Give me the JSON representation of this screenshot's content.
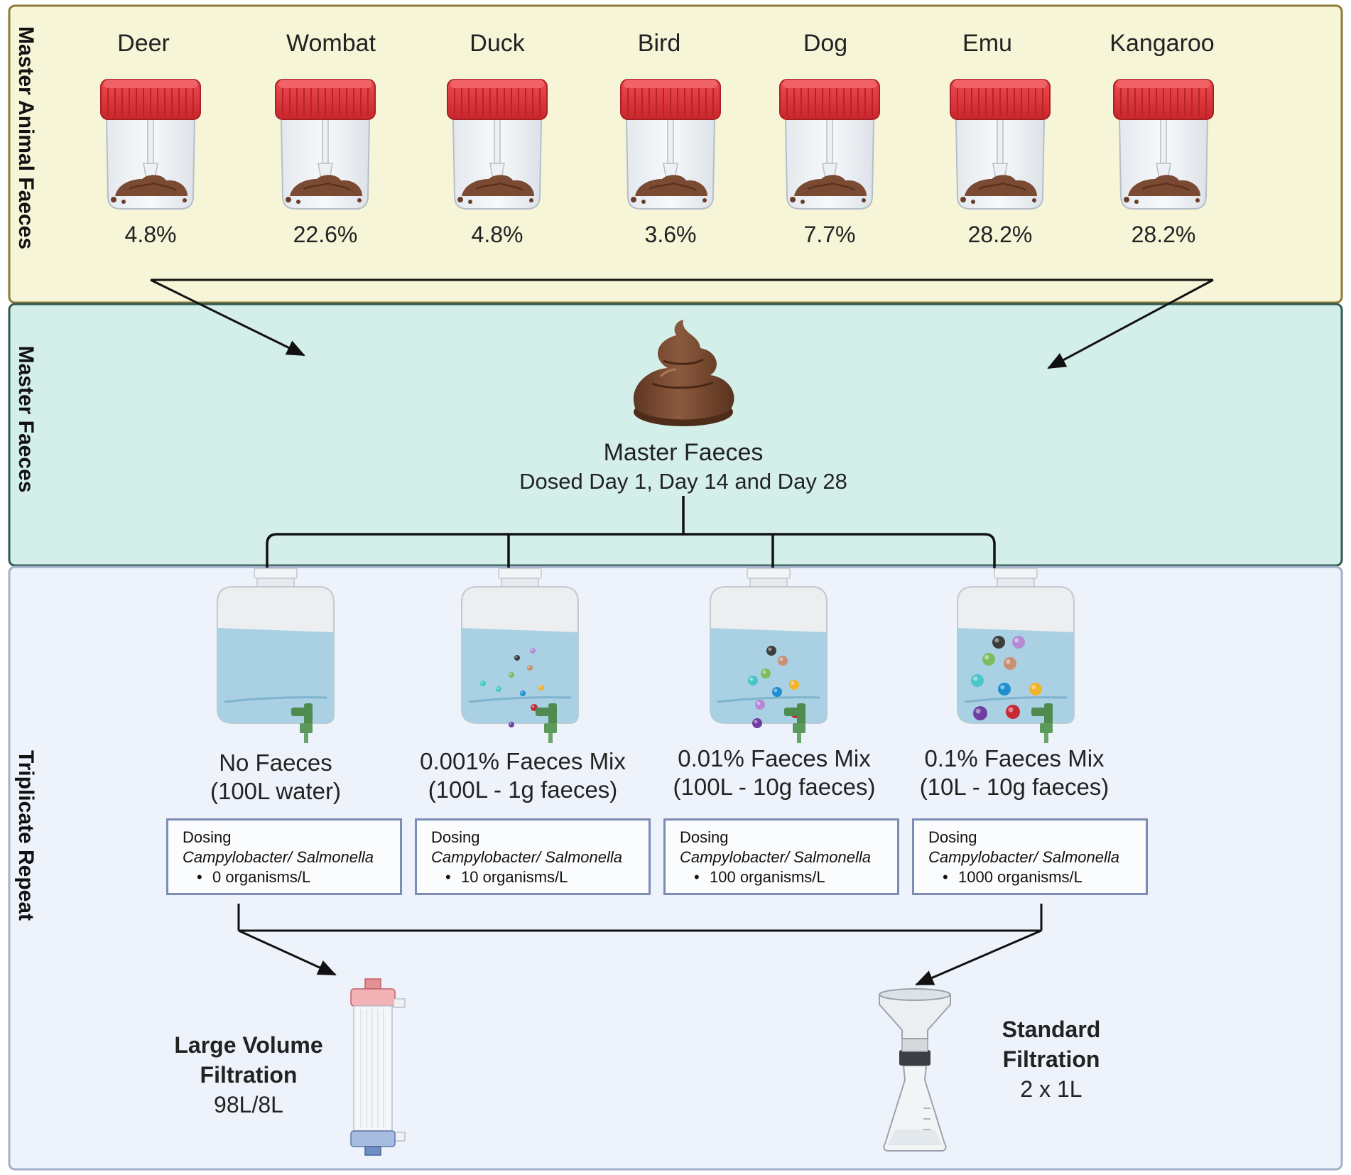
{
  "sections": {
    "animal": "Master Animal Faeces",
    "master": "Master Faeces",
    "repeat": "Triplicate Repeat"
  },
  "animals": [
    {
      "name": "Deer",
      "pct": "4.8%"
    },
    {
      "name": "Wombat",
      "pct": "22.6%"
    },
    {
      "name": "Duck",
      "pct": "4.8%"
    },
    {
      "name": "Bird",
      "pct": "3.6%"
    },
    {
      "name": "Dog",
      "pct": "7.7%"
    },
    {
      "name": "Emu",
      "pct": "28.2%"
    },
    {
      "name": "Kangaroo",
      "pct": "28.2%"
    }
  ],
  "master": {
    "title": "Master Faeces",
    "subtitle": "Dosed Day 1, Day 14 and Day 28"
  },
  "tanks": [
    {
      "title": "No Faeces",
      "detail": "(100L water)",
      "dosing_label": "Dosing",
      "organisms": "Campylobacter/ Salmonella",
      "count": "0 organisms/L"
    },
    {
      "title": "0.001% Faeces Mix",
      "detail": "(100L  - 1g faeces)",
      "dosing_label": "Dosing",
      "organisms": "Campylobacter/ Salmonella",
      "count": "10 organisms/L"
    },
    {
      "title": "0.01% Faeces Mix",
      "detail": "(100L - 10g faeces)",
      "dosing_label": "Dosing",
      "organisms": "Campylobacter/ Salmonella",
      "count": "100 organisms/L"
    },
    {
      "title": "0.1% Faeces Mix",
      "detail": "(10L - 10g faeces)",
      "dosing_label": "Dosing",
      "organisms": "Campylobacter/ Salmonella",
      "count": "1000 organisms/L"
    }
  ],
  "filtration": [
    {
      "title_line1": "Large Volume",
      "title_line2": "Filtration",
      "volume": "98L/8L"
    },
    {
      "title_line1": "Standard",
      "title_line2": "Filtration",
      "volume": "2 x 1L"
    }
  ],
  "colors": {
    "animal_panel": "#f7f5d8",
    "animal_border": "#8c7b3a",
    "master_panel": "#d4efea",
    "master_border": "#2f5a50",
    "repeat_panel": "#eef3fb",
    "repeat_border": "#a3b0c8",
    "jar_lid": "#e4353b",
    "faeces": "#7b4a33",
    "water": "#a9d1e3",
    "tap": "#4f8a4f"
  }
}
